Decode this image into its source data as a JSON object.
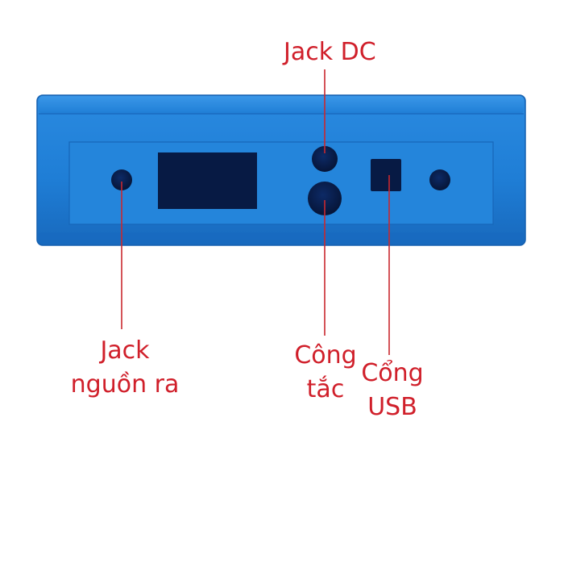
{
  "image": {
    "subject": "blue-plastic-enclosure-side-panel"
  },
  "callouts": {
    "jack_dc": "Jack DC",
    "output_jack": {
      "line1": "Jack",
      "line2": "nguồn ra"
    },
    "switch": {
      "line1": "Công",
      "line2": "tắc"
    },
    "usb_port": {
      "line1": "Cổng",
      "line2": "USB"
    }
  },
  "colors": {
    "enclosure_blue": "#1f7fd6",
    "enclosure_dark": "#145aa8",
    "hole": "#071a44",
    "label_red": "#d01f2a",
    "leader_line": "#c9282f"
  }
}
